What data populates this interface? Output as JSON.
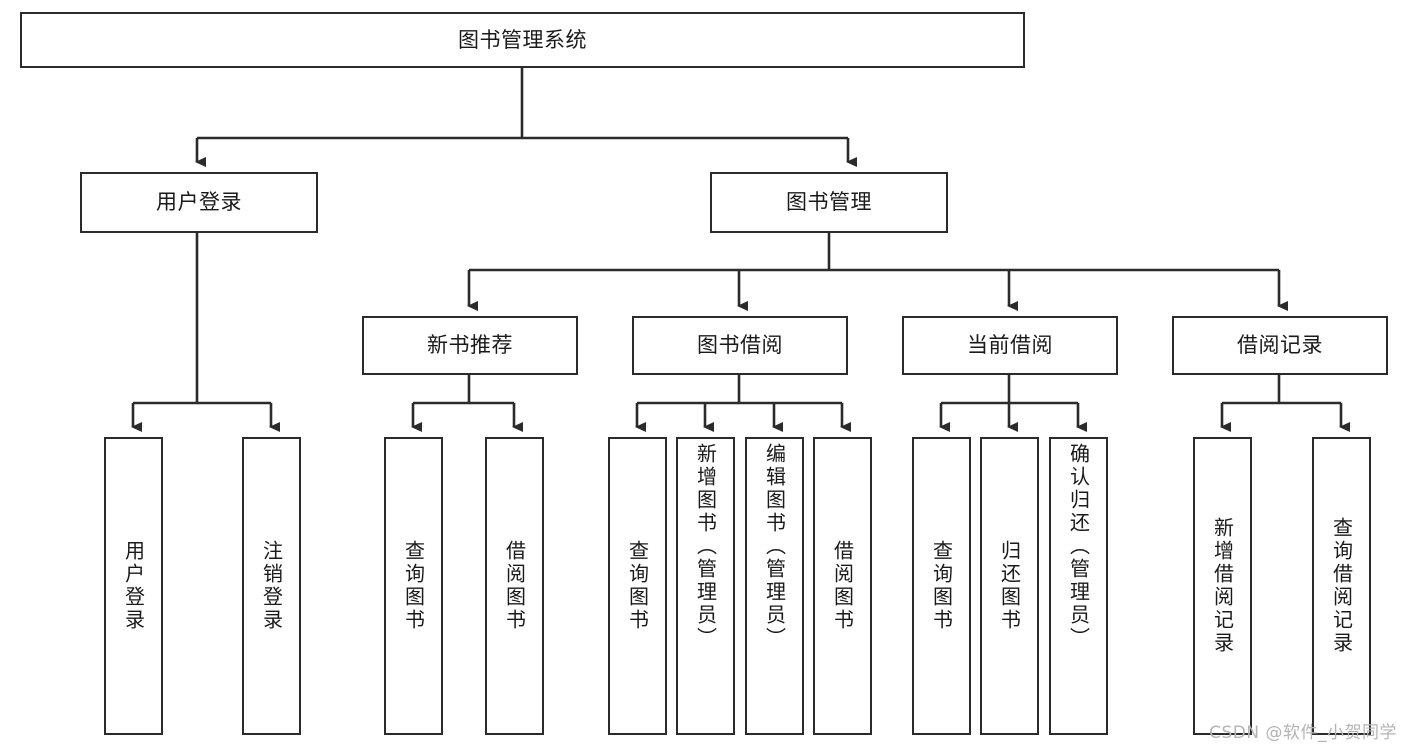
{
  "diagram": {
    "title": "图书管理系统",
    "watermark": "CSDN @软件_小贺同学",
    "stroke_color": "#2b2b2b",
    "background_color": "#ffffff",
    "text_color": "#1a1a1a",
    "watermark_color": "#b4b4b4",
    "type": "tree-hierarchy-chart",
    "root": {
      "label": "图书管理系统"
    },
    "level2": [
      {
        "label": "用户登录"
      },
      {
        "label": "图书管理"
      }
    ],
    "level3": [
      {
        "label": "新书推荐"
      },
      {
        "label": "图书借阅"
      },
      {
        "label": "当前借阅"
      },
      {
        "label": "借阅记录"
      }
    ],
    "leaves": {
      "user_login": [
        {
          "label": "用户登录"
        },
        {
          "label": "注销登录"
        }
      ],
      "new_book_recommend": [
        {
          "label": "查询图书"
        },
        {
          "label": "借阅图书"
        }
      ],
      "book_borrow": [
        {
          "label": "查询图书"
        },
        {
          "label": "新增图书（管理员）"
        },
        {
          "label": "编辑图书（管理员）"
        },
        {
          "label": "借阅图书"
        }
      ],
      "current_borrow": [
        {
          "label": "查询图书"
        },
        {
          "label": "归还图书"
        },
        {
          "label": "确认归还（管理员）"
        }
      ],
      "borrow_record": [
        {
          "label": "新增借阅记录"
        },
        {
          "label": "查询借阅记录"
        }
      ]
    }
  }
}
